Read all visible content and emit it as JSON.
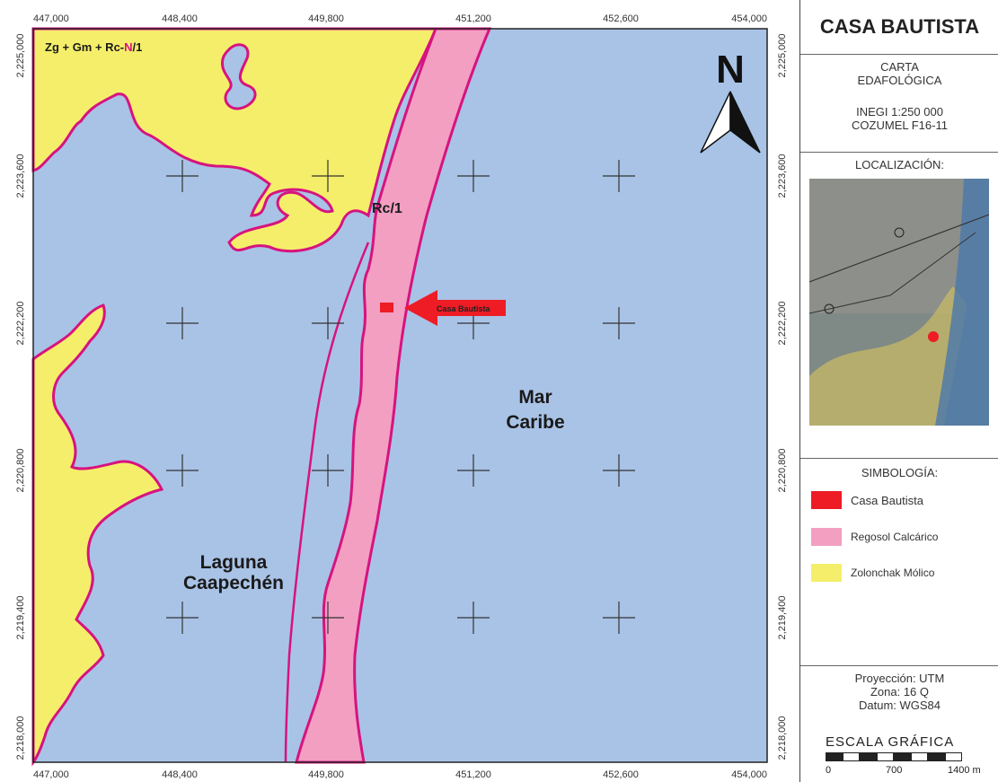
{
  "map": {
    "title_symbol": "Zg + Gm + Rc-N/1",
    "title_symbol_parts": {
      "prefix": "Zg + Gm + Rc-",
      "highlight": "N",
      "suffix": "/1"
    },
    "rc_label": "Rc/1",
    "lagoon_label_1": "Laguna",
    "lagoon_label_2": "Caapechén",
    "sea_label_1": "Mar",
    "sea_label_2": "Caribe",
    "arrow_label": "Casa Bautista",
    "north_label": "N",
    "x_coords": [
      "447,000",
      "448,400",
      "449,800",
      "451,200",
      "452,600",
      "454,000"
    ],
    "y_coords": [
      "2,225,000",
      "2,223,600",
      "2,222,200",
      "2,220,800",
      "2,219,400",
      "2,218,000"
    ],
    "colors": {
      "water": "#a9c3e6",
      "regosol": "#f29fc2",
      "zolonchak": "#f5ee6a",
      "boundary": "#d7137f",
      "casa": "#ee1c25"
    }
  },
  "panel": {
    "title": "CASA BAUTISTA",
    "carta": "CARTA",
    "edafologica": "EDAFOLÓGICA",
    "inegi": "INEGI 1:250 000",
    "cozumel": "COZUMEL F16-11",
    "localizacion": "LOCALIZACIÓN:",
    "simbologia": "SIMBOLOGÍA:",
    "legend": [
      {
        "label": "Casa Bautista",
        "color": "#ee1c25"
      },
      {
        "label": "Regosol Calcárico",
        "color": "#f29fc2"
      },
      {
        "label": "Zolonchak Mólico",
        "color": "#f5ee6a"
      }
    ],
    "proyeccion": "Proyección: UTM",
    "zona": "Zona: 16 Q",
    "datum": "Datum: WGS84",
    "escala": "ESCALA GRÁFICA",
    "scale_ticks": [
      "0",
      "700",
      "1400 m"
    ]
  }
}
